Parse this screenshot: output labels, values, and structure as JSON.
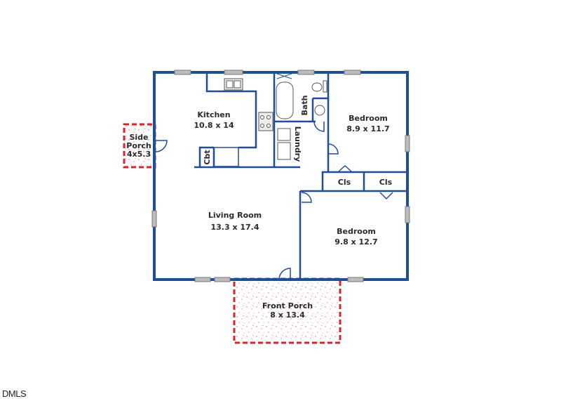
{
  "plan": {
    "rooms": [
      {
        "name": "Kitchen",
        "dims": "10.8 x 14"
      },
      {
        "name": "Bedroom",
        "dims": "8.9 x 11.7"
      },
      {
        "name": "Living Room",
        "dims": "13.3 x 17.4"
      },
      {
        "name": "Bedroom",
        "dims": "9.8 x 12.7"
      },
      {
        "name": "Front Porch",
        "dims": "8 x 13.4"
      },
      {
        "name": "Side",
        "name2": "Porch",
        "dims": "4x5.3"
      }
    ],
    "small_labels": {
      "bath": "Bath",
      "laundry": "Laundry",
      "cbt": "Cbt",
      "closet1": "Cls",
      "closet2": "Cls"
    },
    "colors": {
      "wall": "#1f4e96",
      "porch": "#d9232a",
      "window": "#9a9a9a"
    }
  },
  "footer": {
    "watermark": "DMLS"
  }
}
